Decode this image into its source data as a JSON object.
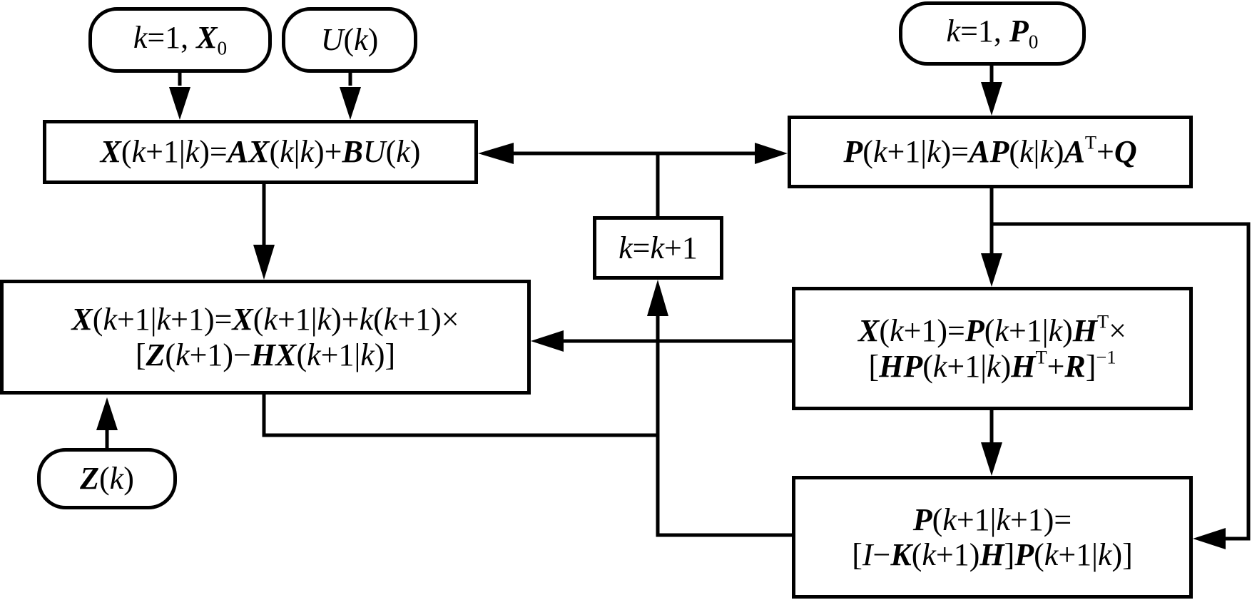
{
  "diagram": {
    "title": "Kalman filter flowchart",
    "nodes": {
      "init_x": {
        "parts": [
          [
            "i",
            "k"
          ],
          [
            "n",
            "=1, "
          ],
          [
            "b",
            "X"
          ],
          [
            "sub",
            "0"
          ]
        ]
      },
      "input_u": {
        "parts": [
          [
            "i",
            "U"
          ],
          [
            "n",
            "("
          ],
          [
            "i",
            "k"
          ],
          [
            "n",
            ")"
          ]
        ]
      },
      "init_p": {
        "parts": [
          [
            "i",
            "k"
          ],
          [
            "n",
            "=1, "
          ],
          [
            "b",
            "P"
          ],
          [
            "sub",
            "0"
          ]
        ]
      },
      "state_predict": {
        "lines": [
          [
            [
              "b",
              "X"
            ],
            [
              "n",
              "("
            ],
            [
              "i",
              "k"
            ],
            [
              "n",
              "+1|"
            ],
            [
              "i",
              "k"
            ],
            [
              "n",
              ")="
            ],
            [
              "b",
              "AX"
            ],
            [
              "n",
              "("
            ],
            [
              "i",
              "k"
            ],
            [
              "n",
              "|"
            ],
            [
              "i",
              "k"
            ],
            [
              "n",
              ")+"
            ],
            [
              "b",
              "B"
            ],
            [
              "i",
              "U"
            ],
            [
              "n",
              "("
            ],
            [
              "i",
              "k"
            ],
            [
              "n",
              ")"
            ]
          ]
        ]
      },
      "cov_predict": {
        "lines": [
          [
            [
              "b",
              "P"
            ],
            [
              "n",
              "("
            ],
            [
              "i",
              "k"
            ],
            [
              "n",
              "+1|"
            ],
            [
              "i",
              "k"
            ],
            [
              "n",
              ")="
            ],
            [
              "b",
              "AP"
            ],
            [
              "n",
              "("
            ],
            [
              "i",
              "k"
            ],
            [
              "n",
              "|"
            ],
            [
              "i",
              "k"
            ],
            [
              "n",
              ")"
            ],
            [
              "b",
              "A"
            ],
            [
              "sup",
              "T"
            ],
            [
              "n",
              "+"
            ],
            [
              "b",
              "Q"
            ]
          ]
        ]
      },
      "increment": {
        "lines": [
          [
            [
              "i",
              "k"
            ],
            [
              "n",
              "="
            ],
            [
              "i",
              "k"
            ],
            [
              "n",
              "+1"
            ]
          ]
        ]
      },
      "state_update": {
        "lines": [
          [
            [
              "b",
              "X"
            ],
            [
              "n",
              "("
            ],
            [
              "i",
              "k"
            ],
            [
              "n",
              "+1|"
            ],
            [
              "i",
              "k"
            ],
            [
              "n",
              "+1)="
            ],
            [
              "b",
              "X"
            ],
            [
              "n",
              "("
            ],
            [
              "i",
              "k"
            ],
            [
              "n",
              "+1|"
            ],
            [
              "i",
              "k"
            ],
            [
              "n",
              ")+"
            ],
            [
              "i",
              "k"
            ],
            [
              "n",
              "("
            ],
            [
              "i",
              "k"
            ],
            [
              "n",
              "+1)×"
            ]
          ],
          [
            [
              "n",
              "["
            ],
            [
              "b",
              "Z"
            ],
            [
              "n",
              "("
            ],
            [
              "i",
              "k"
            ],
            [
              "n",
              "+1)−"
            ],
            [
              "b",
              "HX"
            ],
            [
              "n",
              "("
            ],
            [
              "i",
              "k"
            ],
            [
              "n",
              "+1|"
            ],
            [
              "i",
              "k"
            ],
            [
              "n",
              ")]"
            ]
          ]
        ]
      },
      "gain": {
        "lines": [
          [
            [
              "b",
              "X"
            ],
            [
              "n",
              "("
            ],
            [
              "i",
              "k"
            ],
            [
              "n",
              "+1)="
            ],
            [
              "b",
              "P"
            ],
            [
              "n",
              "("
            ],
            [
              "i",
              "k"
            ],
            [
              "n",
              "+1|"
            ],
            [
              "i",
              "k"
            ],
            [
              "n",
              ")"
            ],
            [
              "b",
              "H"
            ],
            [
              "sup",
              "T"
            ],
            [
              "n",
              "×"
            ]
          ],
          [
            [
              "n",
              "["
            ],
            [
              "b",
              "HP"
            ],
            [
              "n",
              "("
            ],
            [
              "i",
              "k"
            ],
            [
              "n",
              "+1|"
            ],
            [
              "i",
              "k"
            ],
            [
              "n",
              ")"
            ],
            [
              "b",
              "H"
            ],
            [
              "sup",
              "T"
            ],
            [
              "n",
              "+"
            ],
            [
              "b",
              "R"
            ],
            [
              "n",
              "]"
            ],
            [
              "sup",
              "−1"
            ]
          ]
        ]
      },
      "measurement": {
        "parts": [
          [
            "b",
            "Z"
          ],
          [
            "n",
            "("
          ],
          [
            "i",
            "k"
          ],
          [
            "n",
            ")"
          ]
        ]
      },
      "cov_update": {
        "lines": [
          [
            [
              "b",
              "P"
            ],
            [
              "n",
              "("
            ],
            [
              "i",
              "k"
            ],
            [
              "n",
              "+1|"
            ],
            [
              "i",
              "k"
            ],
            [
              "n",
              "+1)="
            ]
          ],
          [
            [
              "n",
              "["
            ],
            [
              "i",
              "I"
            ],
            [
              "n",
              "−"
            ],
            [
              "b",
              "K"
            ],
            [
              "n",
              "("
            ],
            [
              "i",
              "k"
            ],
            [
              "n",
              "+1)"
            ],
            [
              "b",
              "H"
            ],
            [
              "n",
              "]"
            ],
            [
              "b",
              "P"
            ],
            [
              "n",
              "("
            ],
            [
              "i",
              "k"
            ],
            [
              "n",
              "+1|"
            ],
            [
              "i",
              "k"
            ],
            [
              "n",
              ")]"
            ]
          ]
        ]
      }
    },
    "edges": [
      {
        "from": "init_x",
        "to": "state_predict"
      },
      {
        "from": "input_u",
        "to": "state_predict"
      },
      {
        "from": "init_p",
        "to": "cov_predict"
      },
      {
        "from": "increment",
        "to": "state_predict"
      },
      {
        "from": "increment",
        "to": "cov_predict"
      },
      {
        "from": "state_predict",
        "to": "state_update"
      },
      {
        "from": "cov_predict",
        "to": "gain"
      },
      {
        "from": "cov_predict",
        "to": "cov_update"
      },
      {
        "from": "gain",
        "to": "state_update"
      },
      {
        "from": "gain",
        "to": "cov_update"
      },
      {
        "from": "measurement",
        "to": "state_update"
      },
      {
        "from": "state_update",
        "to": "increment"
      },
      {
        "from": "cov_update",
        "to": "increment"
      }
    ],
    "colors": {
      "stroke": "#000000",
      "background": "#ffffff"
    }
  }
}
